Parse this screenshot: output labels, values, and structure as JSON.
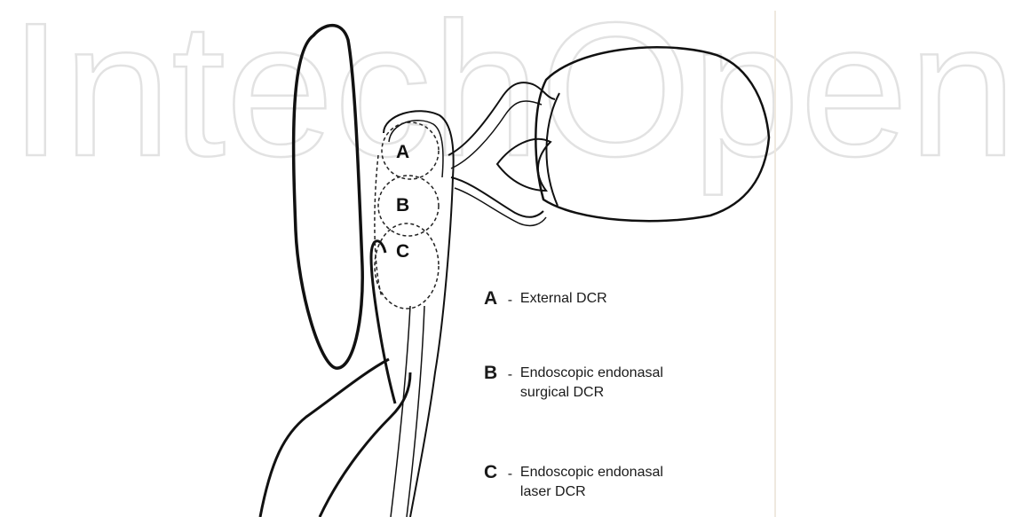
{
  "watermark": {
    "text": "IntechOpen",
    "color": "#e6e6e6"
  },
  "zones": [
    {
      "id": "A",
      "label": "A"
    },
    {
      "id": "B",
      "label": "B"
    },
    {
      "id": "C",
      "label": "C"
    }
  ],
  "legend": [
    {
      "letter": "A",
      "separator": "-",
      "text": "External DCR"
    },
    {
      "letter": "B",
      "separator": "-",
      "text": "Endoscopic endonasal surgical DCR"
    },
    {
      "letter": "C",
      "separator": "-",
      "text": "Endoscopic endonasal laser DCR"
    }
  ],
  "colors": {
    "line": "#111111",
    "background": "#ffffff"
  }
}
